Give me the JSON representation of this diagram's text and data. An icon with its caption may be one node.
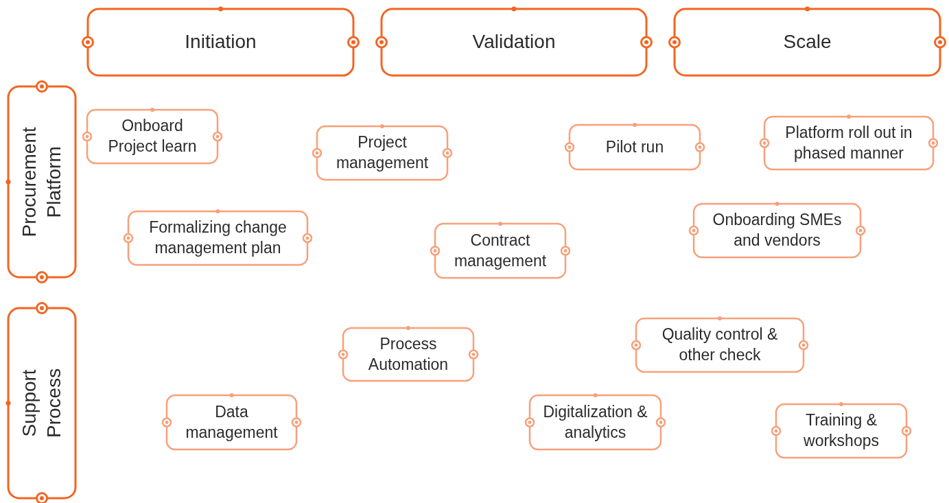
{
  "diagram": {
    "nodes": [
      {
        "text": [
          "Initiation"
        ]
      },
      {
        "text": [
          "Validation"
        ]
      },
      {
        "text": [
          "Scale"
        ]
      },
      {
        "text": [
          "Procurement Platform"
        ]
      },
      {
        "text": [
          "Support Process"
        ]
      },
      {
        "text": [
          "Onboard Project learn"
        ]
      },
      {
        "text": [
          "Project management"
        ]
      },
      {
        "text": [
          "Pilot run"
        ]
      },
      {
        "text": [
          "Platform roll out in phased manner"
        ]
      },
      {
        "text": [
          "Formalizing change management plan"
        ]
      },
      {
        "text": [
          "Contract management"
        ]
      },
      {
        "text": [
          "Onboarding SMEs and vendors"
        ]
      },
      {
        "text": [
          "Process Automation"
        ]
      },
      {
        "text": [
          "Quality control & other check"
        ]
      },
      {
        "text": [
          "Data management"
        ]
      },
      {
        "text": [
          "Digitalization & analytics"
        ]
      },
      {
        "text": [
          "Training & workshops"
        ]
      }
    ]
  }
}
